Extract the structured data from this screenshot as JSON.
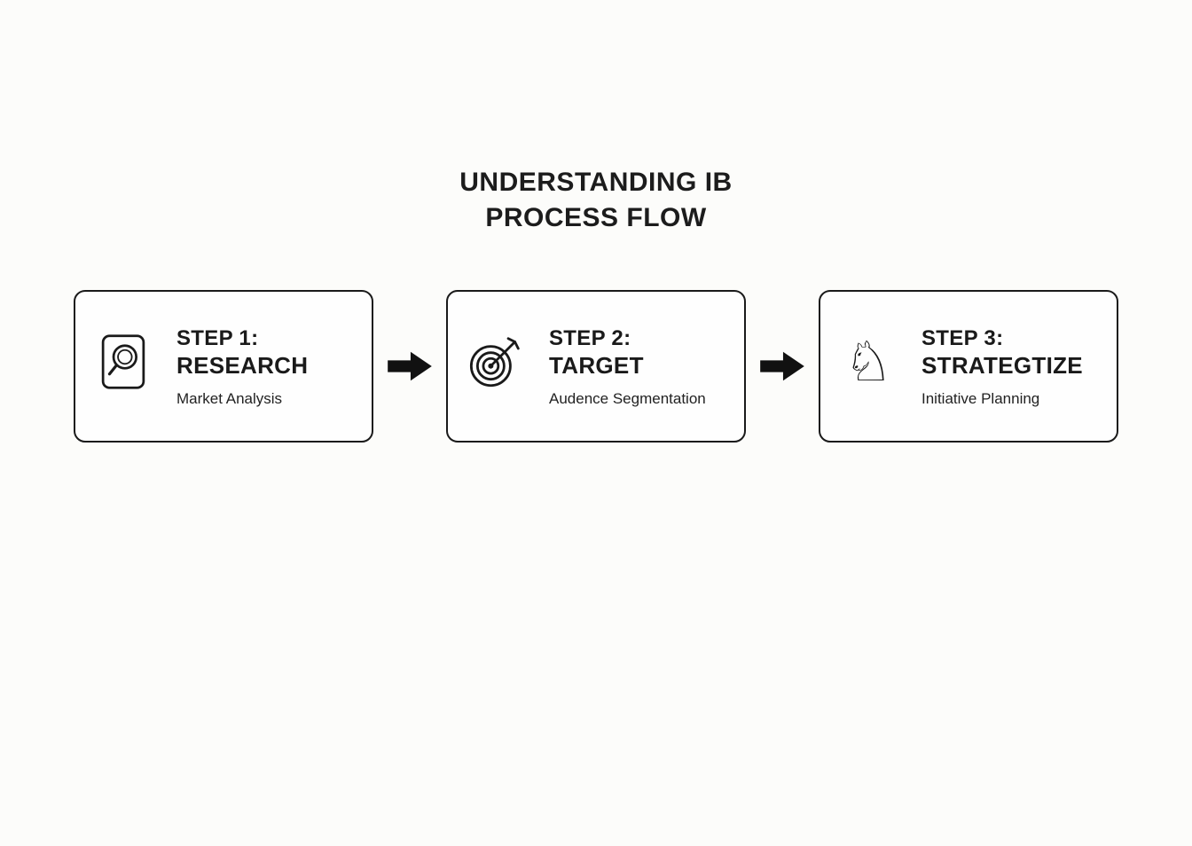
{
  "title": {
    "line1": "UNDERSTANDING IB",
    "line2": "PROCESS FLOW"
  },
  "steps": [
    {
      "label": "STEP 1:",
      "name": "RESEARCH",
      "subtitle": "Market Analysis",
      "icon": "document-magnifier-icon"
    },
    {
      "label": "STEP 2:",
      "name": "TARGET",
      "subtitle": "Audence Segmentation",
      "icon": "target-dart-icon"
    },
    {
      "label": "STEP 3:",
      "name": "STRATEGTIZE",
      "subtitle": "Initiative Planning",
      "icon": "chess-knight-icon"
    }
  ],
  "icons": {
    "knight_glyph": "♘",
    "arrow": "right-arrow-icon"
  },
  "colors": {
    "ink": "#1a1a1a",
    "background": "#fcfcfa",
    "box_fill": "#fefefe"
  }
}
